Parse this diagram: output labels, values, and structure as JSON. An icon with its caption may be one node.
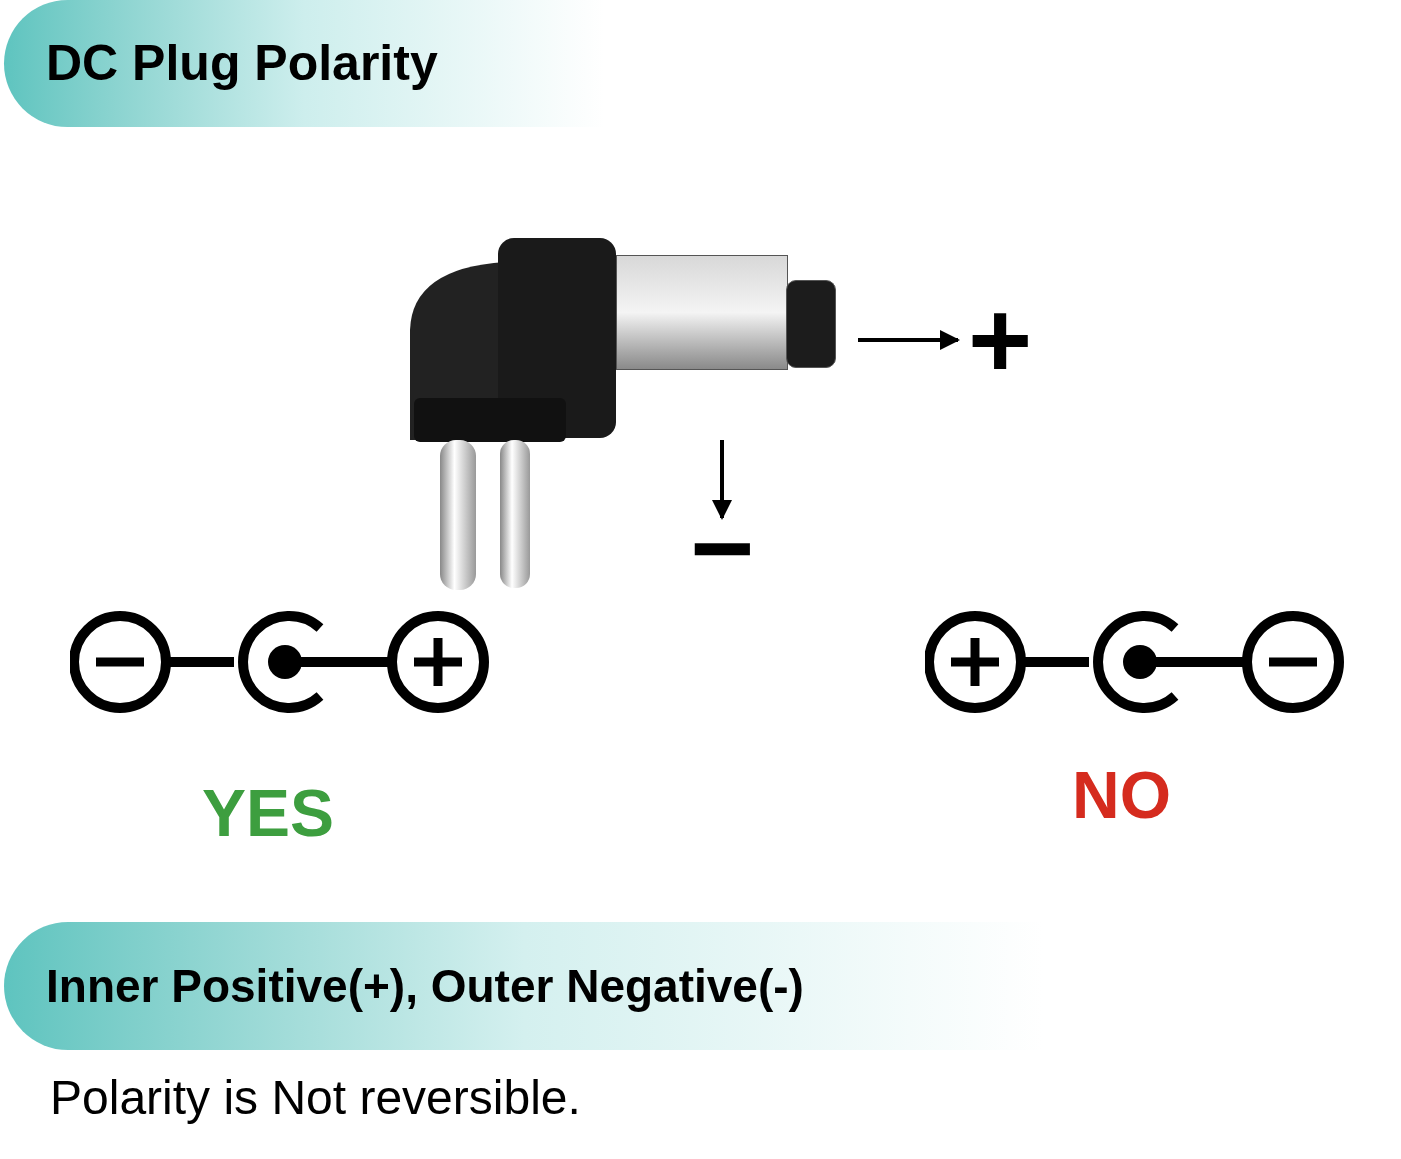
{
  "diagram": {
    "title": "DC Plug Polarity",
    "nodes": [
      {
        "text": [],
        "shape": "box"
      },
      {
        "text": [],
        "shape": "box"
      },
      {
        "text": [
          "+"
        ]
      },
      {
        "text": [
          "−"
        ]
      }
    ],
    "edges": [
      {
        "from": 1,
        "to": 2,
        "arrow": "to"
      },
      {
        "from": 0,
        "to": 3,
        "arrow": "to"
      }
    ],
    "labels": [
      "YES",
      "NO",
      "Inner Positive(+), Outer Negative(-)",
      "Polarity is Not reversible."
    ]
  }
}
